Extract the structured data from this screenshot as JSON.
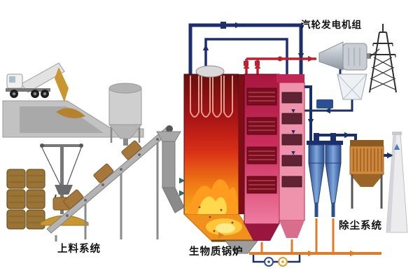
{
  "labels": {
    "turbine_generator": "汽轮发电机组",
    "feeding_system": "上料系统",
    "biomass_boiler": "生物质锅炉",
    "dust_removal": "除尘系统"
  },
  "colors": {
    "pipe_navy": "#1b2f6e",
    "pipe_red": "#c01f2f",
    "pipe_orange": "#e07b28",
    "flue_blue": "#4a7fc1",
    "furnace_dark_red": "#66100f",
    "flame_orange": "#f8ad1e",
    "heat_exchanger_pink": "#cc2f5e",
    "economizer_pink": "#ef93ad",
    "cyclone_blue": "#2c4f8f",
    "bag_filter_orange": "#d08a3e",
    "bale_brown": "#9a7434",
    "metal_gray": "#b9bfc7",
    "chimney_gray": "#ececee"
  },
  "components": [
    "dump-truck",
    "receiving-pit",
    "storage-silo",
    "bale-stack",
    "grab-crane",
    "inclined-conveyor",
    "feed-chute",
    "biomass-furnace",
    "superheater-pass",
    "economizer-pass",
    "steam-drum",
    "steam-piping",
    "steam-turbine",
    "generator",
    "condenser",
    "transmission-tower",
    "feedwater-tank",
    "cyclone-separators",
    "bag-filter",
    "chimney",
    "ash-piping",
    "condensate-pumps"
  ]
}
